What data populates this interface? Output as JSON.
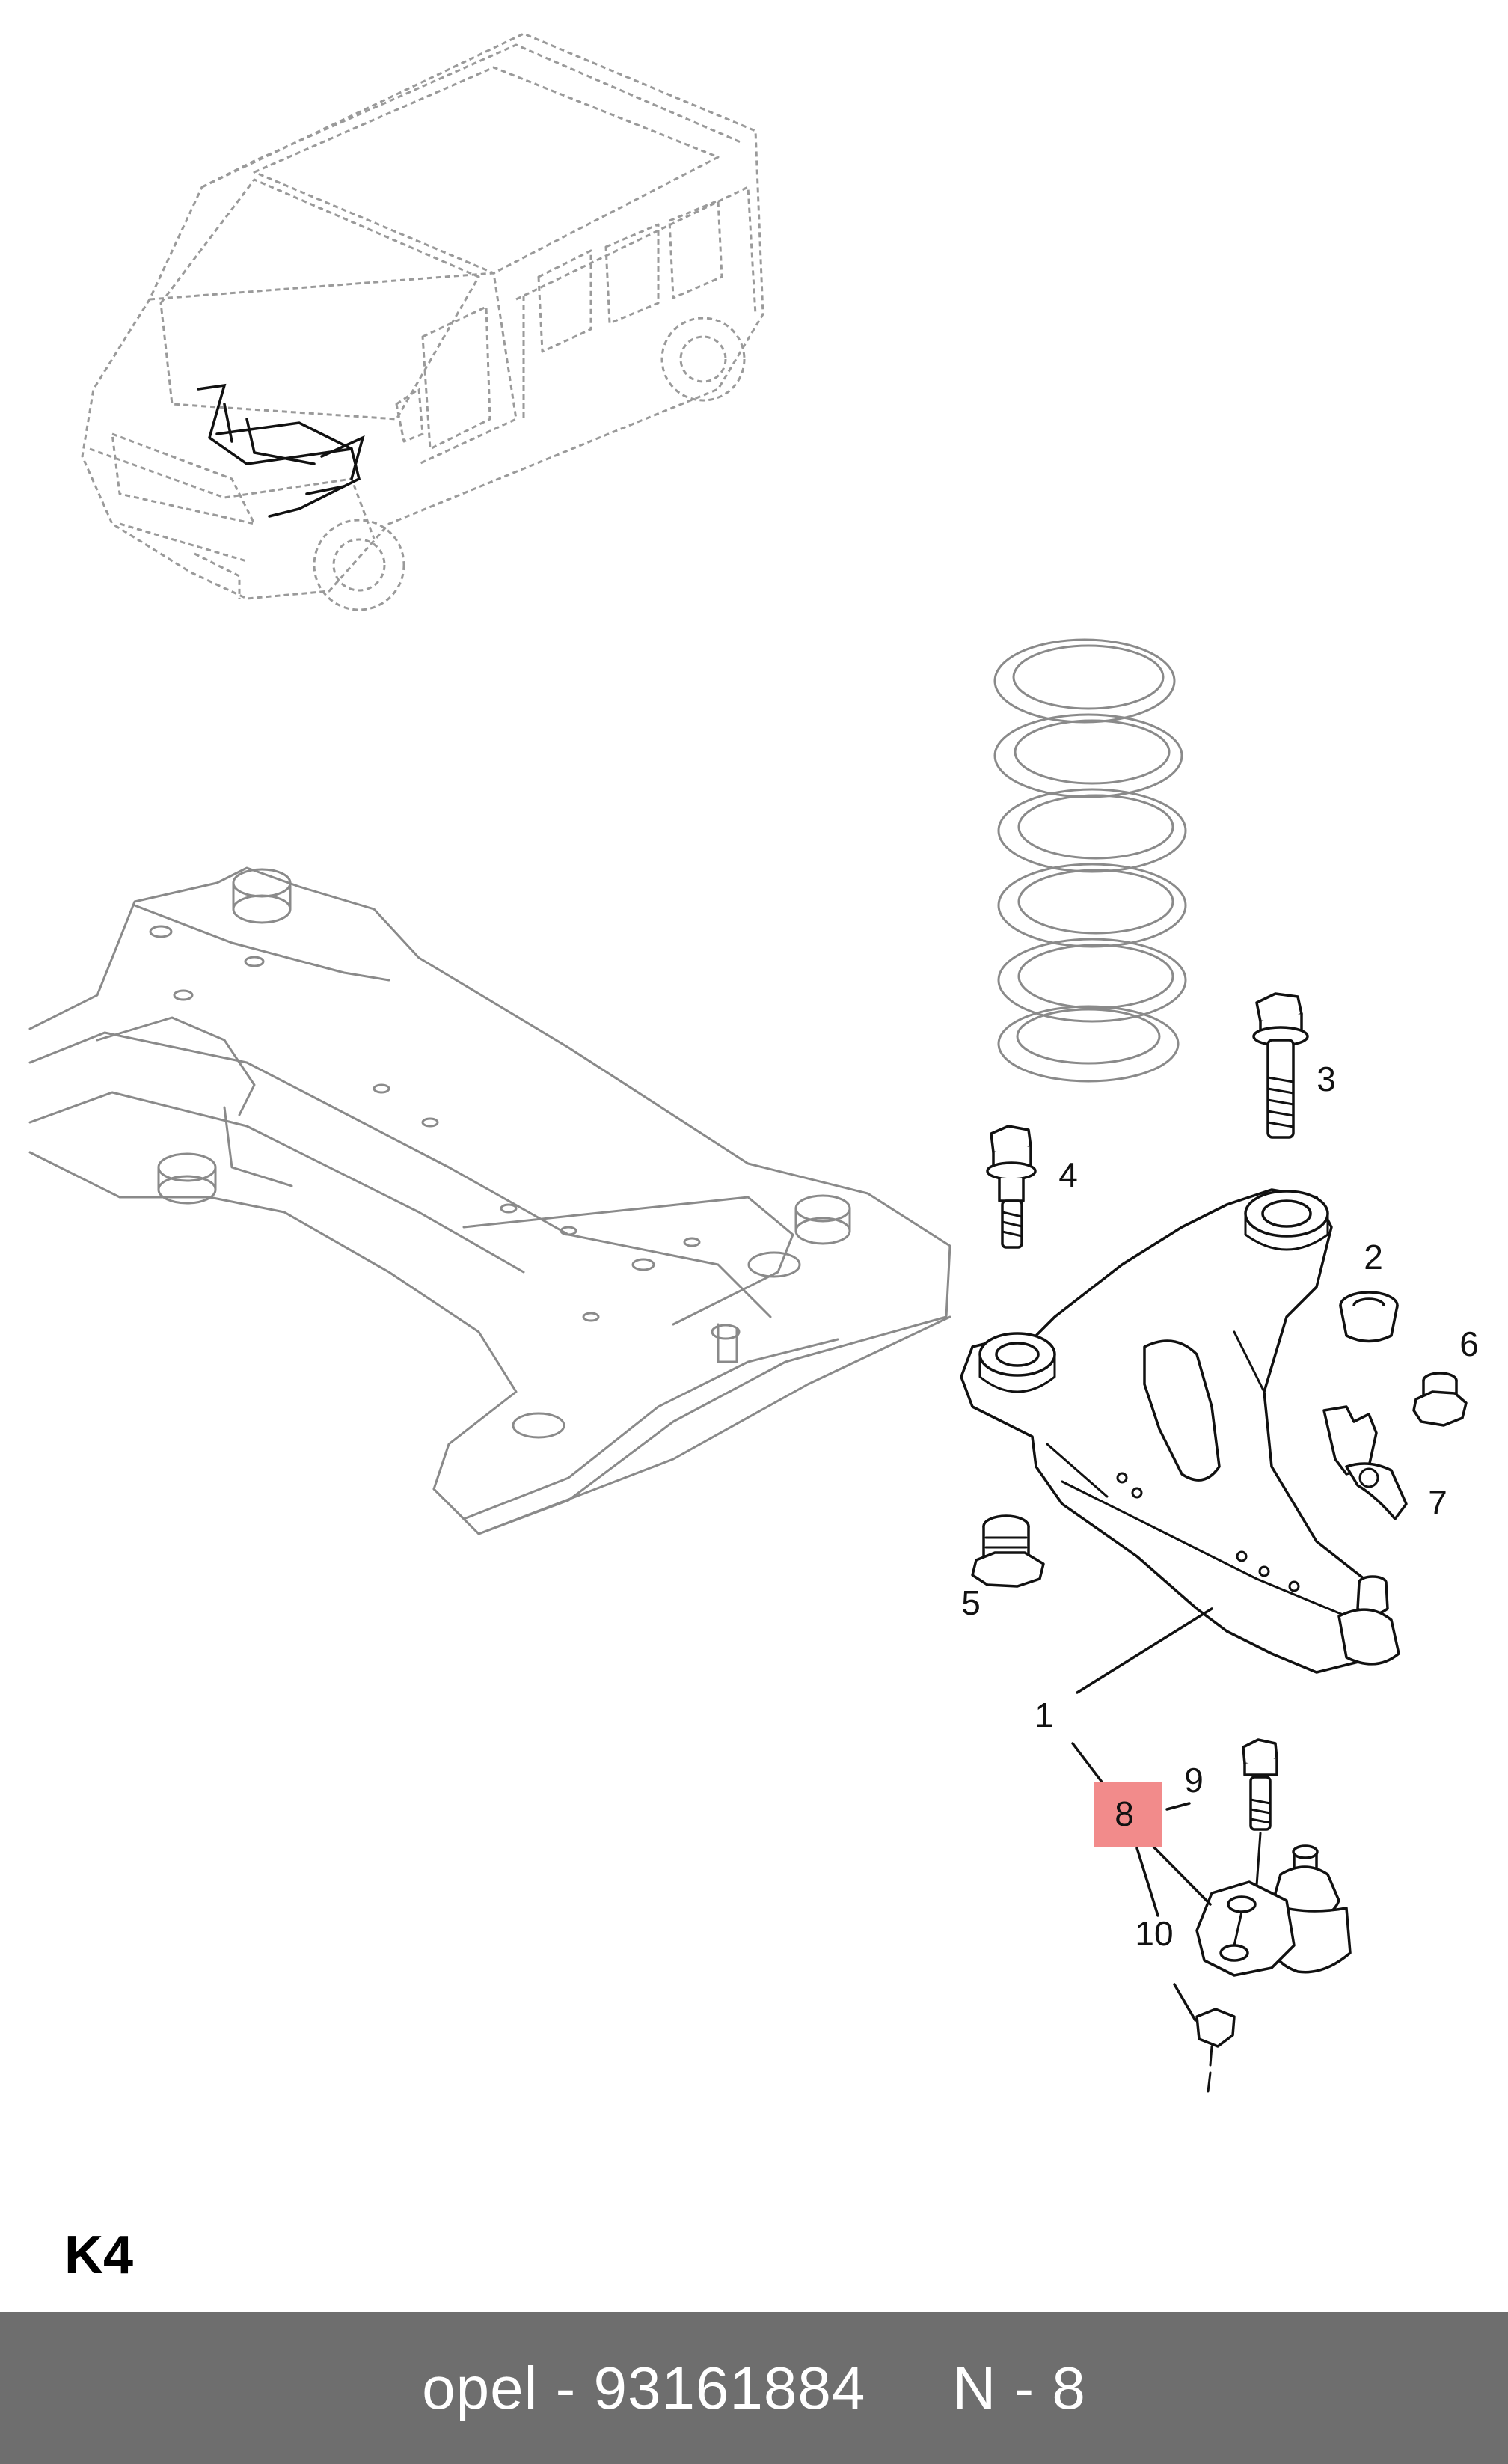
{
  "diagram": {
    "section_code": "K4",
    "callouts": [
      "1",
      "2",
      "3",
      "4",
      "5",
      "6",
      "7",
      "8",
      "9",
      "10"
    ],
    "highlighted_callout": "8",
    "highlight_color": "#f28b8b"
  },
  "footer": {
    "text": "opel - 93161884     N - 8",
    "background": "#6e6e6e"
  }
}
